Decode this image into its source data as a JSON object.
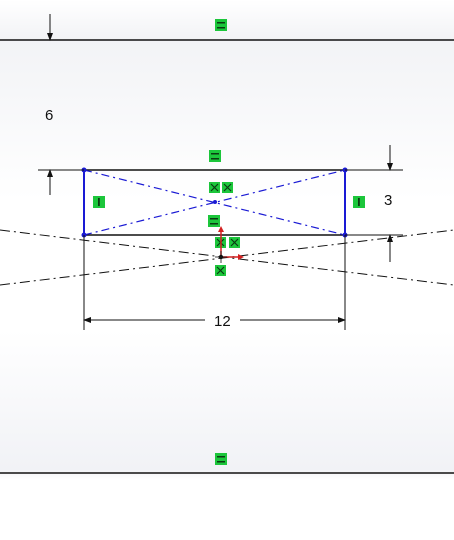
{
  "sketch": {
    "dimensions": {
      "offset_value": "6",
      "height_value": "3",
      "width_value": "12"
    },
    "colors": {
      "sketch_line": "#1a1ad4",
      "construction_line": "#1a1ad4",
      "defined_line": "#111111",
      "relation_badge": "#1cc63b",
      "origin_arrow": "#d42020",
      "background_top": "#ffffff",
      "background_mid": "#f1f2f6"
    },
    "relations": {
      "horizontal_badge_icon": "horizontal-relation-icon",
      "vertical_badge_icon": "vertical-relation-icon",
      "coincident_badge_icon": "coincident-relation-icon",
      "midpoint_badge_icon": "midpoint-relation-icon"
    }
  }
}
